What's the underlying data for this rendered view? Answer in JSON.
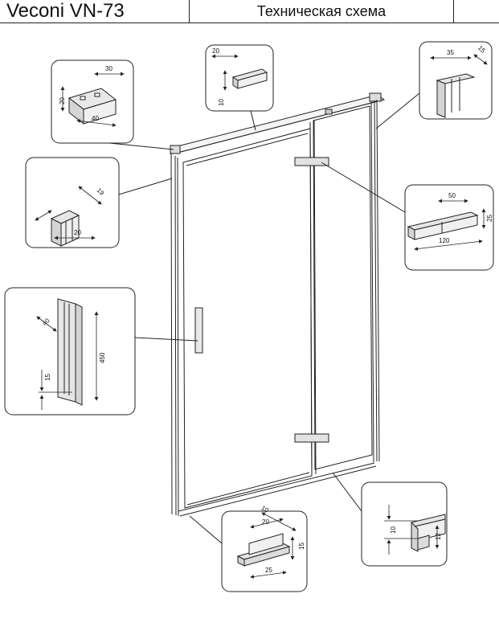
{
  "header": {
    "model": "Veconi VN-73",
    "title": "Техническая схема"
  },
  "callouts": {
    "top_left_bracket": {
      "d1": "30",
      "d2": "20",
      "d3": "40"
    },
    "top_profile": {
      "d1": "20",
      "d2": "10"
    },
    "top_right_profile": {
      "d1": "35",
      "d2": "15"
    },
    "left_wall_profile": {
      "d1": "19",
      "d2": "20"
    },
    "hinge": {
      "d1": "50",
      "d2": "25",
      "d3": "120"
    },
    "handle": {
      "d1": "40",
      "d2": "450",
      "d3": "15"
    },
    "bottom_left_foot": {
      "d1": "10",
      "d2": "20",
      "d3": "15",
      "d4": "25"
    },
    "bottom_right_seal": {
      "d1": "10",
      "d2": "12"
    }
  },
  "colors": {
    "line": "#222222",
    "frame": "#444444",
    "fill": "#e6e6e6"
  }
}
